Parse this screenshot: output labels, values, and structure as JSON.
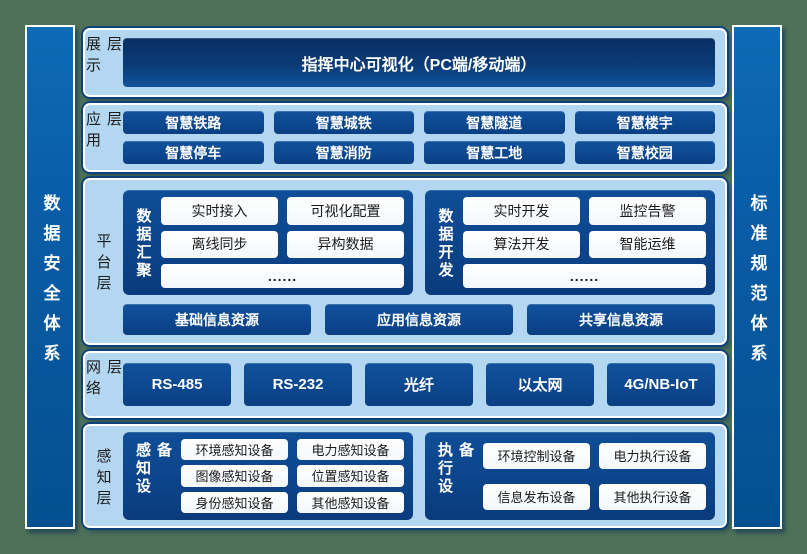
{
  "pillars": {
    "left": {
      "label": "数据安全体系"
    },
    "right": {
      "label": "标准规范体系"
    }
  },
  "layers": {
    "display": {
      "label": "展示层",
      "banner": "指挥中心可视化（PC端/移动端）"
    },
    "application": {
      "label": "应用层",
      "buttons": [
        "智慧铁路",
        "智慧城铁",
        "智慧隧道",
        "智慧楼宇",
        "智慧停车",
        "智慧消防",
        "智慧工地",
        "智慧校园"
      ]
    },
    "platform": {
      "label": "平台层",
      "panels": [
        {
          "label": "数据汇聚",
          "buttons": [
            "实时接入",
            "可视化配置",
            "离线同步",
            "异构数据"
          ],
          "more": "......"
        },
        {
          "label": "数据开发",
          "buttons": [
            "实时开发",
            "监控告警",
            "算法开发",
            "智能运维"
          ],
          "more": "......"
        }
      ],
      "resources": [
        "基础信息资源",
        "应用信息资源",
        "共享信息资源"
      ]
    },
    "network": {
      "label": "网络层",
      "buttons": [
        "RS-485",
        "RS-232",
        "光纤",
        "以太网",
        "4G/NB-IoT"
      ]
    },
    "perception": {
      "label": "感知层",
      "panels": [
        {
          "label": "感知设备",
          "buttons": [
            "环境感知设备",
            "电力感知设备",
            "图像感知设备",
            "位置感知设备",
            "身份感知设备",
            "其他感知设备"
          ]
        },
        {
          "label": "执行设备",
          "buttons": [
            "环境控制设备",
            "电力执行设备",
            "信息发布设备",
            "其他执行设备"
          ]
        }
      ]
    }
  },
  "colors": {
    "background_green": "#4e7158",
    "layer_light_blue": "#b3d7f1",
    "dark_blue_button": "#0d4890",
    "banner_navy": "#0a3b76",
    "pillar_blue": "#0a5da8",
    "navy_outline": "#0a3e7d",
    "white": "#ffffff",
    "label_text": "#1c1c1c"
  }
}
